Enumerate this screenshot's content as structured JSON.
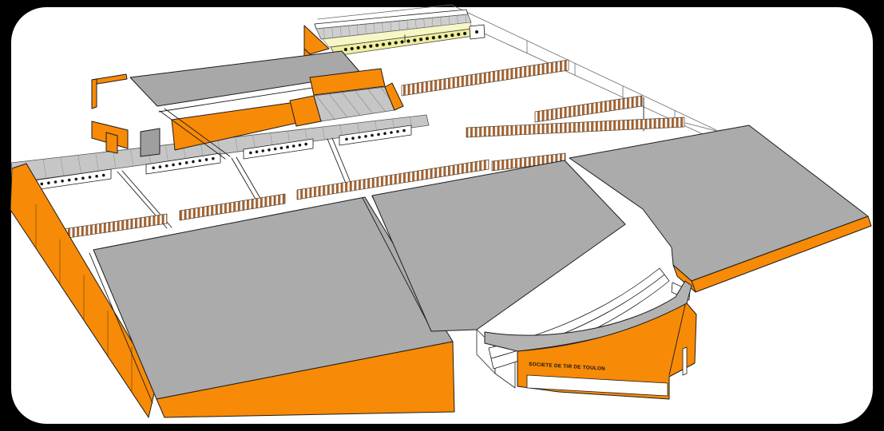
{
  "entrance": {
    "sign": "SOCIETE DE TIR DE TOULON"
  },
  "colors": {
    "background": "#000000",
    "canvas": "#ffffff",
    "wall_orange": "#f78a06",
    "roof_gray": "#ababab",
    "canopy_gray": "#c6c6c6",
    "canopy_line": "#8a8a8a",
    "fascia_yellow": "#efee9d",
    "fascia_yellow_light": "#f7f6c6",
    "baffle_stripe": "#a9652f",
    "outline": "#1c1c1c",
    "line_gray": "#9a9a9a"
  },
  "firing_lines": {
    "covered_range_positions": 20,
    "covered_range_end_positions": 1,
    "open_line_positions": 10,
    "open_line_strips": 4
  }
}
